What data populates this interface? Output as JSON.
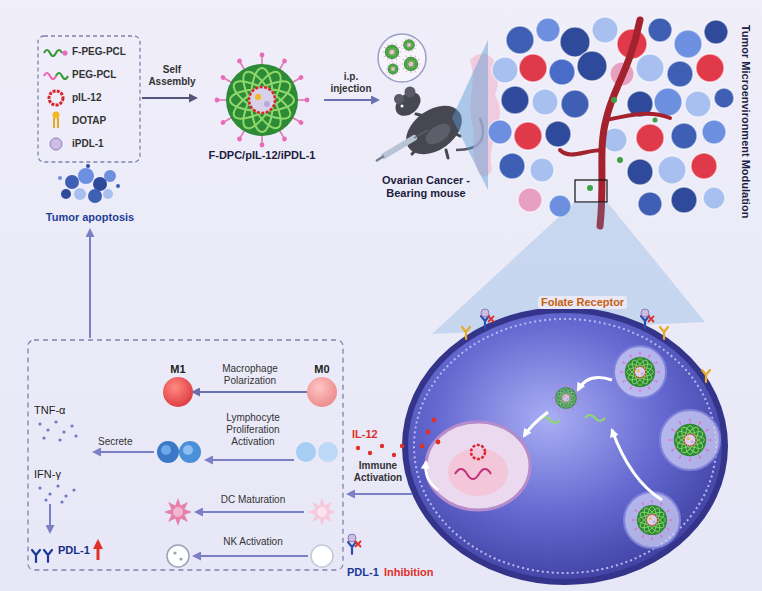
{
  "diagram": {
    "nodes": [
      {
        "text": [
          "F-DPC/pIL-12/iPDL-1"
        ]
      },
      {
        "text": [
          "Ovarian Cancer -Bearing mouse"
        ]
      },
      {
        "text": [
          "Tumor Microenvironment Modulation"
        ]
      },
      {
        "text": [
          "Tumor apoptosis"
        ]
      },
      {
        "text": [
          "Folate Receptor"
        ]
      },
      {
        "text": [
          "M1"
        ]
      },
      {
        "text": [
          "M0"
        ]
      }
    ],
    "edges": [
      {
        "from": 0,
        "to": 1,
        "arrow": "to",
        "label": "i.p. injection"
      },
      {
        "from": 6,
        "to": 5,
        "arrow": "to",
        "label": "Macrophage Polarization"
      }
    ],
    "labels": [
      "Self Assembly",
      "TNF-α",
      "Secrete",
      "IFN-γ",
      "PDL-1",
      "Lymphocyte Proliferation Activation",
      "DC Maturation",
      "NK Activation",
      "IL-12",
      "Immune Activation",
      "PDL-1",
      "Inhibition"
    ],
    "legend": [
      {
        "text": "F-PEG-PCL"
      },
      {
        "text": "PEG-PCL"
      },
      {
        "text": "pIL-12"
      },
      {
        "text": "DOTAP"
      },
      {
        "text": "iPDL-1"
      }
    ]
  }
}
